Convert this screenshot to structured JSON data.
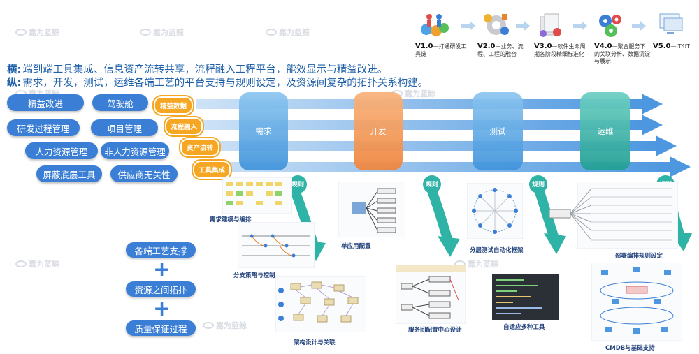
{
  "heading": {
    "h_key": "横:",
    "h_text": "端到端工具集成、信息资产流转共享，流程融入工程平台，能效显示与精益改进。",
    "v_key": "纵:",
    "v_text": "需求，开发，测试，运维各端工艺的平台支持与规则设定，及资源间复杂的拓扑关系构建。"
  },
  "watermark": "嘉为蓝鲸",
  "left_pills": [
    "精益改进",
    "驾驶舱",
    "研发过程管理",
    "项目管理",
    "人力资源管理",
    "非人力资源管理",
    "屏蔽底层工具",
    "供应商无关性"
  ],
  "circles": [
    "精益数据",
    "流程融入",
    "资产流转",
    "工具集成"
  ],
  "stages": [
    {
      "label": "需求",
      "color": "#5aa8e6"
    },
    {
      "label": "开发",
      "color": "#f59a55"
    },
    {
      "label": "测试",
      "color": "#5aa8e6"
    },
    {
      "label": "运维",
      "color": "#3ab7b0"
    }
  ],
  "rule_label": "规则",
  "versions": [
    {
      "ver": "V1.0",
      "desc": "—打通研发工具链"
    },
    {
      "ver": "V2.0",
      "desc": "—业务、流程、工程的融合"
    },
    {
      "ver": "V3.0",
      "desc": "—软件生命周期各阶段精细标准化"
    },
    {
      "ver": "V4.0",
      "desc": "—聚合服务下的关联分析、数据沉淀与展示"
    },
    {
      "ver": "V5.0",
      "desc": "—IT4IT"
    }
  ],
  "captions": {
    "c1": "需求建模与编排",
    "c2": "分支策略与控制",
    "c3": "架构设计与关联",
    "c4": "单应用配置",
    "c5": "服务间配置中心设计",
    "c6": "分层测试自动化框架",
    "c7": "自适应多种工具",
    "c8": "部署编排规则设定",
    "c9": "CMDB与基础支持"
  },
  "bottom_boxes": [
    "各端工艺支撑",
    "资源之间拓扑",
    "质量保证过程"
  ],
  "colors": {
    "accent": "#3b7ed6",
    "orange": "#f5a623",
    "teal": "#2fb3a6"
  }
}
